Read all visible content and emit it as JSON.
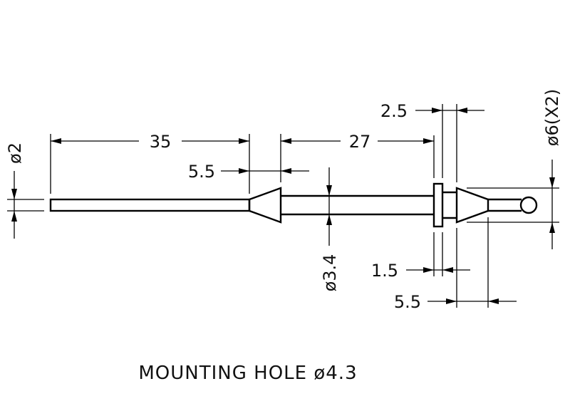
{
  "dimensions": {
    "shaft_length": "35",
    "rear_length": "27",
    "cone_length_top": "5.5",
    "flange_gap": "2.5",
    "tip_diameter": "ø6(X2)",
    "pin_diameter": "ø2",
    "body_diameter": "ø3.4",
    "flange_thickness": "1.5",
    "cone_length_bottom": "5.5"
  },
  "note": "MOUNTING HOLE ø4.3",
  "colors": {
    "line": "#000000",
    "background": "#ffffff"
  }
}
